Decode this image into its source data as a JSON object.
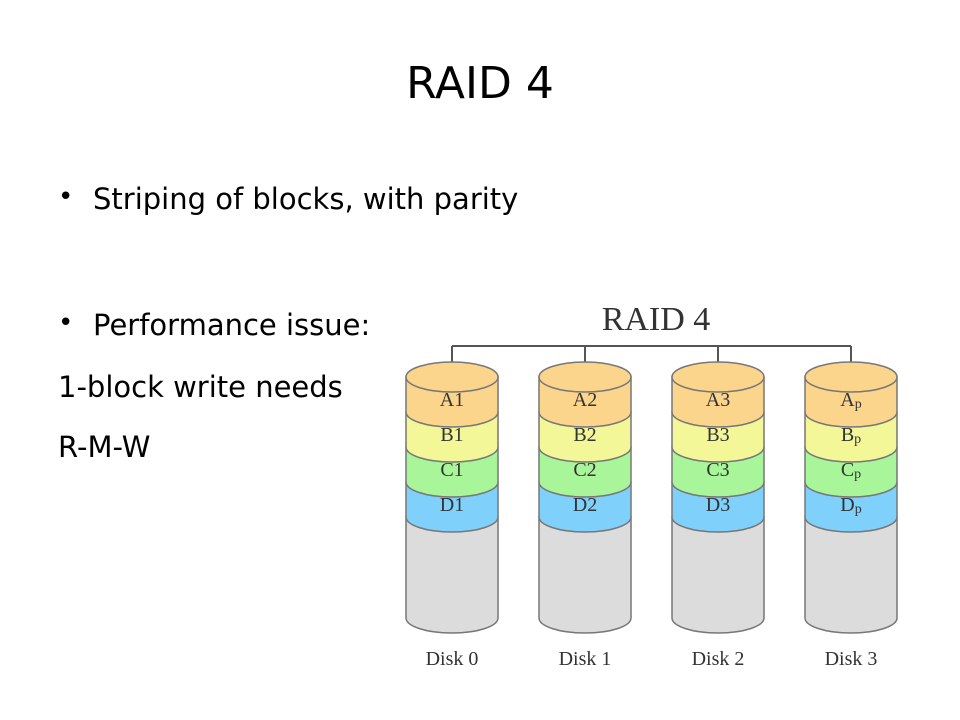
{
  "slide": {
    "title": "RAID 4",
    "bullets": [
      {
        "text": "Striping of blocks, with parity"
      },
      {
        "text": "Performance issue:"
      }
    ],
    "lines": [
      "1-block write needs",
      "R-M-W"
    ]
  },
  "diagram": {
    "title": "RAID 4",
    "colors": {
      "row_a": "#fcd58c",
      "row_b": "#f3f797",
      "row_c": "#a9f59a",
      "row_d": "#7fd0fb",
      "disk_body": "#dcdcdc"
    },
    "disks": [
      {
        "label": "Disk 0",
        "blocks": [
          "A1",
          "B1",
          "C1",
          "D1"
        ]
      },
      {
        "label": "Disk 1",
        "blocks": [
          "A2",
          "B2",
          "C2",
          "D2"
        ]
      },
      {
        "label": "Disk 2",
        "blocks": [
          "A3",
          "B3",
          "C3",
          "D3"
        ]
      },
      {
        "label": "Disk 3",
        "blocks": [
          "Ap",
          "Bp",
          "Cp",
          "Dp"
        ]
      }
    ]
  }
}
